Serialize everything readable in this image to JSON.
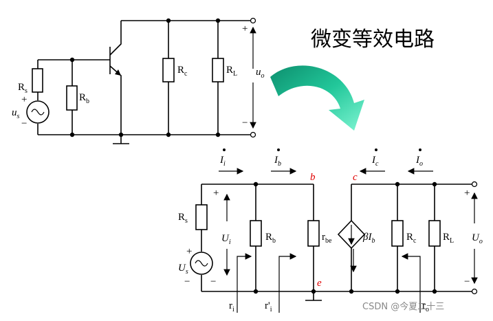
{
  "title": "微变等效电路",
  "watermark": "CSDN @今夏二十三",
  "top_circuit": {
    "Rs": "R",
    "Rs_sub": "s",
    "Rb": "R",
    "Rb_sub": "b",
    "Rc": "R",
    "Rc_sub": "c",
    "RL": "R",
    "RL_sub": "L",
    "us": "u",
    "us_sub": "s",
    "uo": "u",
    "uo_sub": "o",
    "plus": "+",
    "minus": "−"
  },
  "bottom_circuit": {
    "Ii": "I",
    "Ii_sub": "i",
    "Ib": "I",
    "Ib_sub": "b",
    "Ic": "I",
    "Ic_sub": "c",
    "Io": "I",
    "Io_sub": "o",
    "node_b": "b",
    "node_c": "c",
    "node_e": "e",
    "Rs": "R",
    "Rs_sub": "s",
    "Rb": "R",
    "Rb_sub": "b",
    "rbe": "r",
    "rbe_sub": "be",
    "beta": "βI",
    "beta_sub": "b",
    "Rc": "R",
    "Rc_sub": "c",
    "RL": "R",
    "RL_sub": "L",
    "Ui": "U",
    "Ui_sub": "i",
    "Us": "U",
    "Us_sub": "s",
    "Uo": "U",
    "Uo_sub": "o",
    "ri": "r",
    "ri_sub": "i",
    "rpi": "r'",
    "rpi_sub": "i",
    "ro": "r",
    "ro_sub": "o",
    "plus": "+",
    "minus": "−"
  },
  "colors": {
    "arrow_dark": "#0d8f6e",
    "arrow_light": "#6ff0c8",
    "node_label": "#e00000"
  }
}
